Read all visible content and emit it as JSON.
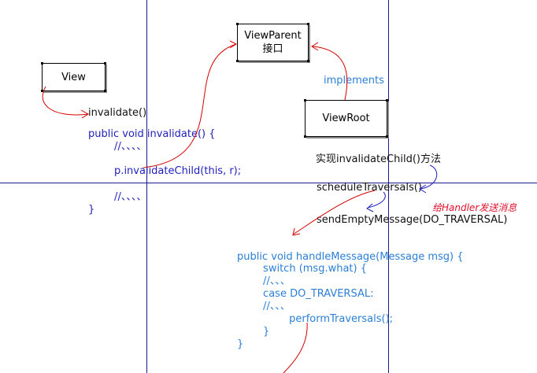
{
  "colors": {
    "guide": "#1a1a8c",
    "red_arrow": "#d40000",
    "blue_arrow": "#1f1fbf",
    "code_navy": "#1f1fbf",
    "code_blue": "#2b7fd6",
    "note_red": "#e0102a"
  },
  "boxes": {
    "view": "View",
    "viewparent": [
      "ViewParent",
      "接口"
    ],
    "viewroot": "ViewRoot"
  },
  "labels": {
    "implements": "implements",
    "invalidate_call": "invalidate()",
    "impl_invalidate_child": "实现invalidateChild()方法",
    "schedule_traversals": "scheduleTraversals()",
    "handler_note": "给Handler发送消息",
    "send_empty_message": "sendEmptyMessage(DO_TRAVERSAL)"
  },
  "code_invalidate": [
    "public void invalidate() {",
    "        //、、、、",
    "        p.invalidateChild(this, r);",
    "",
    "        //、、、、",
    "}"
  ],
  "code_handle_message": [
    "public void handleMessage(Message msg) {",
    "        switch (msg.what) {",
    "        //、、、",
    "        case DO_TRAVERSAL:",
    "        //、、、",
    "                performTraversals();",
    "        }",
    "}"
  ]
}
